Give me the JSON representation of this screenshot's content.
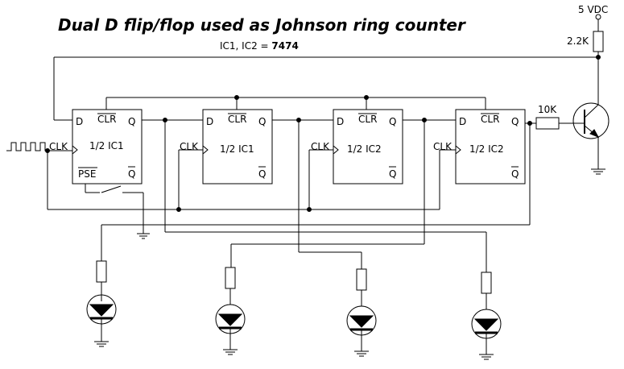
{
  "title": "Dual D flip/flop used as Johnson ring counter",
  "subtitle": {
    "prefix": "IC1, IC2 = ",
    "part": "7474"
  },
  "supply": {
    "voltage": "5 VDC",
    "pullup": "2.2K",
    "base_resistor": "10K"
  },
  "flipflops": [
    {
      "name": "1/2 IC1",
      "d": "D",
      "clr": "CLR",
      "q": "Q",
      "qbar": "Q",
      "clk": "CLK",
      "pse": "PSE"
    },
    {
      "name": "1/2 IC1",
      "d": "D",
      "clr": "CLR",
      "q": "Q",
      "qbar": "Q",
      "clk": "CLK"
    },
    {
      "name": "1/2 IC2",
      "d": "D",
      "clr": "CLR",
      "q": "Q",
      "qbar": "Q",
      "clk": "CLK"
    },
    {
      "name": "1/2 IC2",
      "d": "D",
      "clr": "CLR",
      "q": "Q",
      "qbar": "Q",
      "clk": "CLK"
    }
  ],
  "input_clk": "CLK"
}
